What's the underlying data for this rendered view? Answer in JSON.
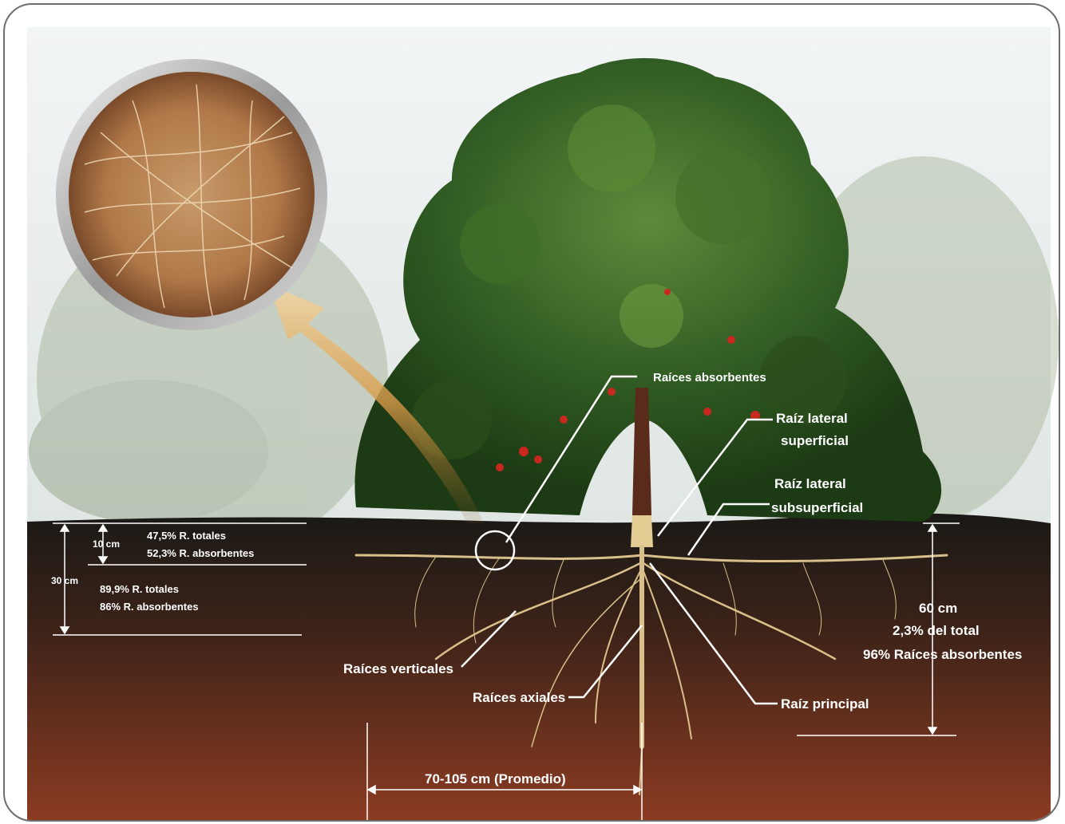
{
  "labels": {
    "raices_absorbentes": "Raíces absorbentes",
    "raiz_lateral_superficial_l1": "Raíz lateral",
    "raiz_lateral_superficial_l2": "superficial",
    "raiz_lateral_subsuperficial_l1": "Raíz lateral",
    "raiz_lateral_subsuperficial_l2": "subsuperficial",
    "raices_verticales": "Raíces verticales",
    "raices_axiales": "Raíces axiales",
    "raiz_principal": "Raíz principal"
  },
  "depth_left": {
    "d10": "10 cm",
    "d10_stat1": "47,5% R. totales",
    "d10_stat2": "52,3% R. absorbentes",
    "d30": "30 cm",
    "d30_stat1": "89,9% R. totales",
    "d30_stat2": "86% R. absorbentes"
  },
  "depth_right": {
    "d60": "60 cm",
    "stat1": "2,3% del total",
    "stat2": "96% Raíces absorbentes"
  },
  "width_measure": "70-105 cm (Promedio)",
  "colors": {
    "sky": "#eef2f4",
    "soil_top": "#1c1a17",
    "soil_bottom": "#8a3a22",
    "canopy": "#2f5a1f",
    "root": "#d9c08a",
    "arrow": "#e0a85a"
  }
}
